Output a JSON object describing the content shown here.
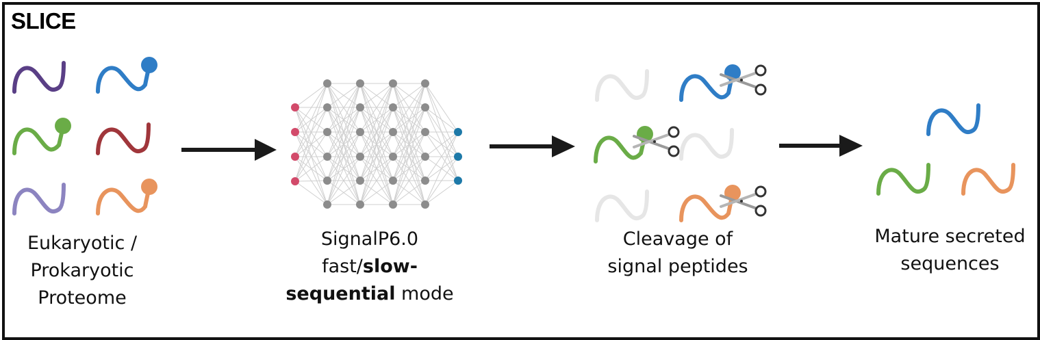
{
  "title": "SLICE",
  "stages": {
    "proteome": {
      "line1": "Eukaryotic /",
      "line2": "Prokaryotic",
      "line3": "Proteome"
    },
    "signalp": {
      "line1": "SignalP6.0",
      "line2_normal": "fast/",
      "line2_bold": "slow-",
      "line3_bold": "sequential",
      "line3_normal": " mode"
    },
    "cleavage": {
      "line1": "Cleavage of",
      "line2": "signal peptides"
    },
    "mature": {
      "line1": "Mature secreted",
      "line2": "sequences"
    }
  },
  "colors": {
    "purple": "#5a3f86",
    "blue": "#2f7dc6",
    "green": "#6aac47",
    "red": "#a0363b",
    "lavender": "#8c84c0",
    "orange": "#e8945d",
    "faded": "#e6e6e6",
    "arrow": "#1a1a1a",
    "node_input": "#d24a6a",
    "node_hidden": "#8c8c8c",
    "node_output": "#1d79a8"
  },
  "icons": {
    "arrows": "right-arrow-icon",
    "network": "neural-network-icon",
    "scissors": "scissors-icon",
    "protein": "protein-chain-icon"
  }
}
